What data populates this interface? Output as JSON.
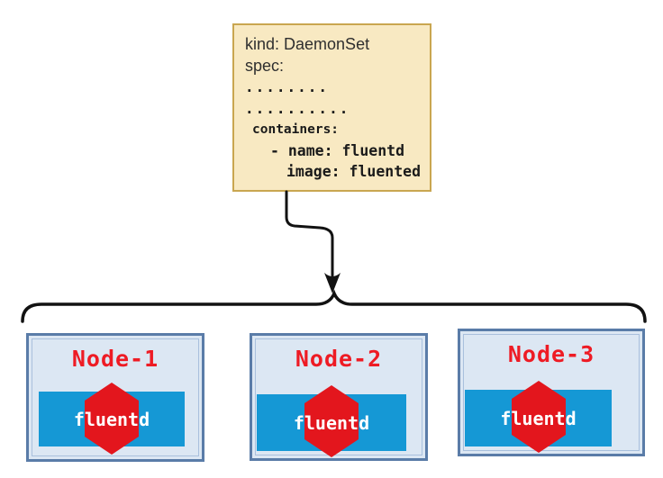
{
  "daemonset_spec": {
    "line_kind": "kind: DaemonSet",
    "line_spec": "spec:",
    "dots_row_1": "........",
    "dots_row_2": "..........",
    "line_containers": "containers:",
    "line_name": "- name: fluentd",
    "line_image": "image: fluented"
  },
  "nodes": [
    {
      "title": "Node-1",
      "container": "fluentd"
    },
    {
      "title": "Node-2",
      "container": "fluentd"
    },
    {
      "title": "Node-3",
      "container": "fluentd"
    }
  ],
  "icons": {
    "hexagon": "fluentd-hexagon-icon",
    "arrow": "down-arrow-connector",
    "brace": "horizontal-curly-brace"
  },
  "colors": {
    "spec_box_fill": "#f8e9c2",
    "spec_box_border": "#c9a650",
    "node_fill": "#dce7f3",
    "node_border": "#5a7ca8",
    "node_inner_border": "#a9c0dd",
    "pod_fill": "#1598d5",
    "hexagon_red": "#e3161d",
    "node_title_red": "#ee1b24",
    "connector_black": "#121212"
  }
}
